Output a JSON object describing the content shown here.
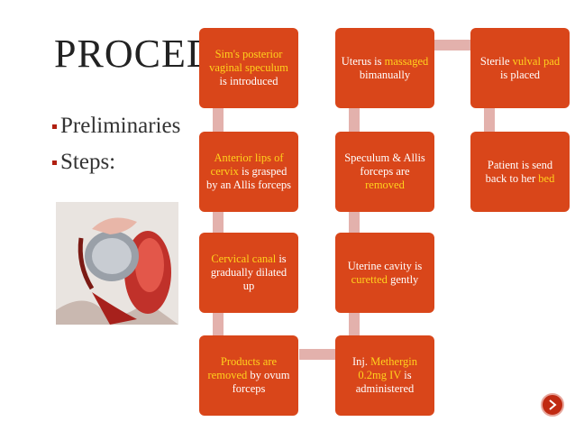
{
  "slide": {
    "title": "PROCED",
    "bullets": [
      "Preliminaries",
      "Steps:"
    ]
  },
  "image": {
    "icon": "procedure-photo"
  },
  "colors": {
    "box": "#d9461a",
    "highlight": "#ffd21d",
    "connector": "#e3b1ac",
    "nav": "#c02a12"
  },
  "steps": [
    {
      "parts": [
        {
          "text": "Sim's posterior vaginal speculum",
          "hl": true
        },
        {
          "text": " is introduced",
          "hl": false
        }
      ]
    },
    {
      "parts": [
        {
          "text": "Anterior lips of cervix",
          "hl": true
        },
        {
          "text": " is grasped by an Allis forceps",
          "hl": false
        }
      ]
    },
    {
      "parts": [
        {
          "text": "Cervical canal",
          "hl": true
        },
        {
          "text": " is gradually dilated up",
          "hl": false
        }
      ]
    },
    {
      "parts": [
        {
          "text": "Products are removed",
          "hl": true
        },
        {
          "text": " by ovum forceps",
          "hl": false
        }
      ]
    },
    {
      "parts": [
        {
          "text": "Inj. ",
          "hl": false
        },
        {
          "text": "Methergin 0.2mg IV",
          "hl": true
        },
        {
          "text": " is administered",
          "hl": false
        }
      ]
    },
    {
      "parts": [
        {
          "text": "Uterine cavity is ",
          "hl": false
        },
        {
          "text": "curetted",
          "hl": true
        },
        {
          "text": " gently",
          "hl": false
        }
      ]
    },
    {
      "parts": [
        {
          "text": "Speculum & Allis forceps are ",
          "hl": false
        },
        {
          "text": "removed",
          "hl": true
        }
      ]
    },
    {
      "parts": [
        {
          "text": "Uterus is ",
          "hl": false
        },
        {
          "text": "massaged",
          "hl": true
        },
        {
          "text": " bimanually",
          "hl": false
        }
      ]
    },
    {
      "parts": [
        {
          "text": "Sterile ",
          "hl": false
        },
        {
          "text": "vulval pad",
          "hl": true
        },
        {
          "text": " is placed",
          "hl": false
        }
      ]
    },
    {
      "parts": [
        {
          "text": "Patient is send back to her ",
          "hl": false
        },
        {
          "text": "bed",
          "hl": true
        }
      ]
    }
  ]
}
